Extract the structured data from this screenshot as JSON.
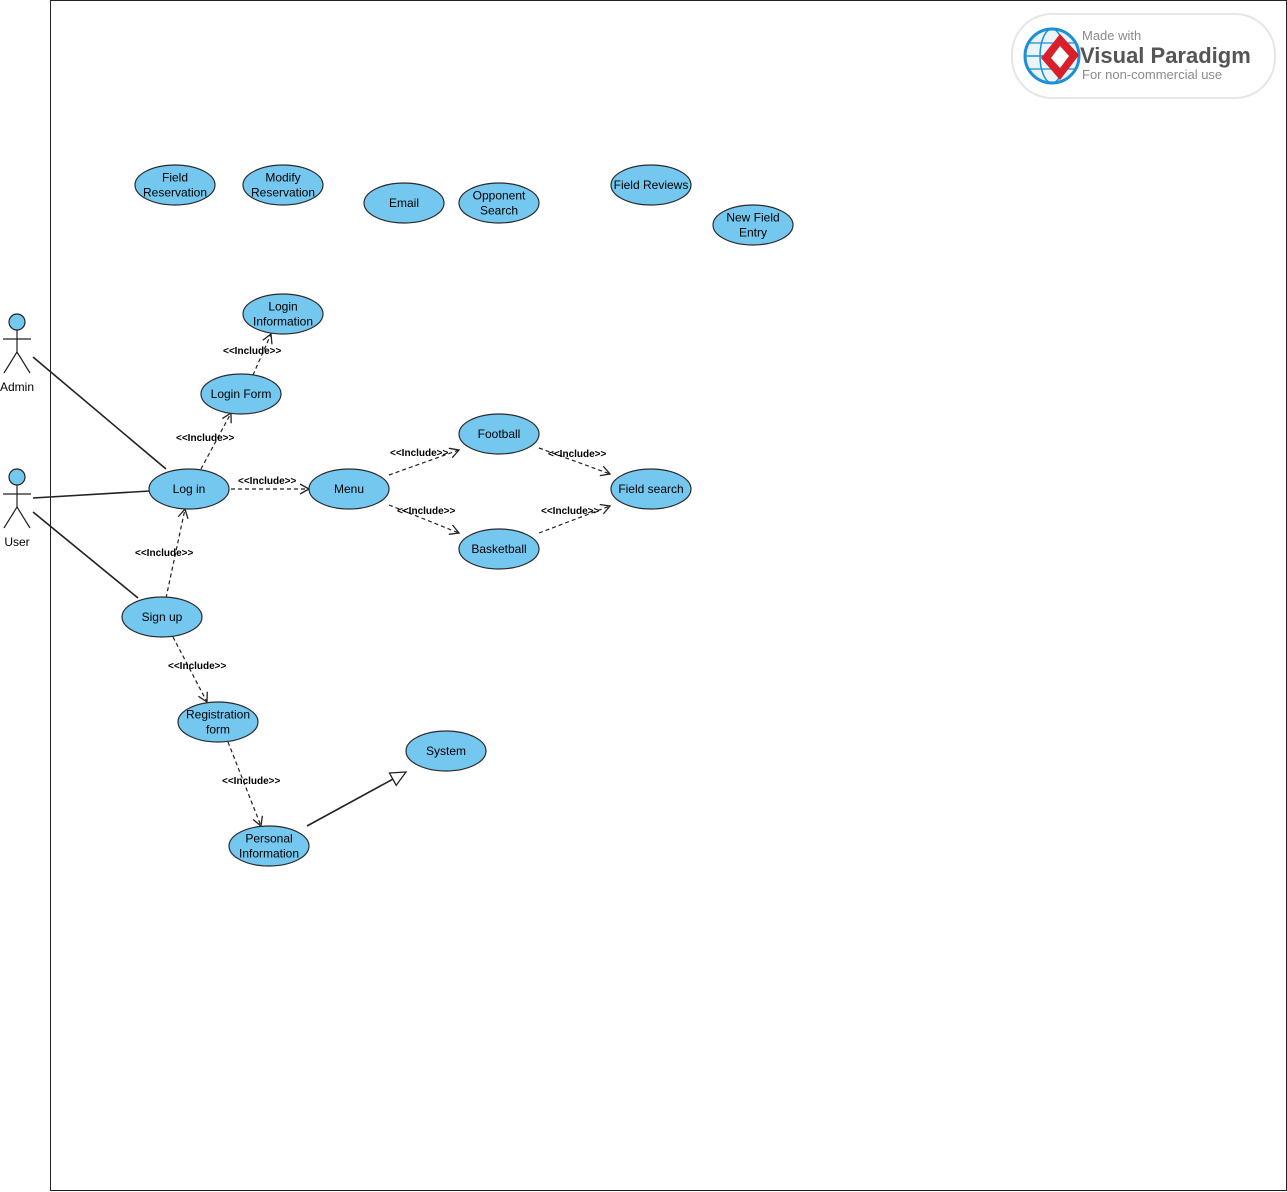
{
  "watermark": {
    "line1": "Made with",
    "line2": "Visual Paradigm",
    "line3": "For non-commercial use"
  },
  "colors": {
    "usecase_fill": "#74c7ef",
    "usecase_stroke": "#2b2b2b",
    "actor_fill": "#74c7ef",
    "line": "#222222",
    "logo_red": "#d9202a",
    "logo_blue": "#1c8fd6"
  },
  "actors": {
    "admin": "Admin",
    "user": "User"
  },
  "usecases": {
    "field_reservation": [
      "Field",
      "Reservation"
    ],
    "modify_reservation": [
      "Modify",
      "Reservation"
    ],
    "email": [
      "Email"
    ],
    "opponent_search": [
      "Opponent",
      "Search"
    ],
    "field_reviews": [
      "Field Reviews"
    ],
    "new_field_entry": [
      "New Field",
      "Entry"
    ],
    "login_information": [
      "Login",
      "Information"
    ],
    "login_form": [
      "Login Form"
    ],
    "log_in": [
      "Log in"
    ],
    "menu": [
      "Menu"
    ],
    "football": [
      "Football"
    ],
    "basketball": [
      "Basketball"
    ],
    "field_search": [
      "Field search"
    ],
    "sign_up": [
      "Sign up"
    ],
    "registration_form": [
      "Registration",
      "form"
    ],
    "personal_information": [
      "Personal",
      "Information"
    ],
    "system": [
      "System"
    ]
  },
  "include_label": "<<Include>>"
}
